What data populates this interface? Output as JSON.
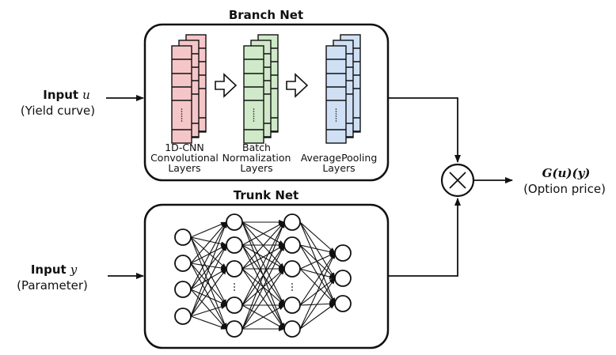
{
  "branch": {
    "title": "Branch Net",
    "stages": [
      {
        "label_lines": [
          "1D-CNN",
          "Convolutional",
          "Layers"
        ],
        "fill": "#f5c6c8"
      },
      {
        "label_lines": [
          "Batch",
          "Normalization",
          "Layers"
        ],
        "fill": "#cfe9c9"
      },
      {
        "label_lines": [
          "",
          "AveragePooling",
          "Layers"
        ],
        "fill": "#cfe0f5"
      }
    ]
  },
  "trunk": {
    "title": "Trunk Net",
    "layers": [
      4,
      5,
      5,
      3
    ]
  },
  "input_u": {
    "bold": "Input",
    "symbol": "u",
    "desc": "(Yield curve)"
  },
  "input_y": {
    "bold": "Input",
    "symbol": "y",
    "desc": "(Parameter)"
  },
  "output": {
    "formula": "G(u)(y)",
    "desc": "(Option price)"
  },
  "operator": {
    "symbol": "×"
  }
}
